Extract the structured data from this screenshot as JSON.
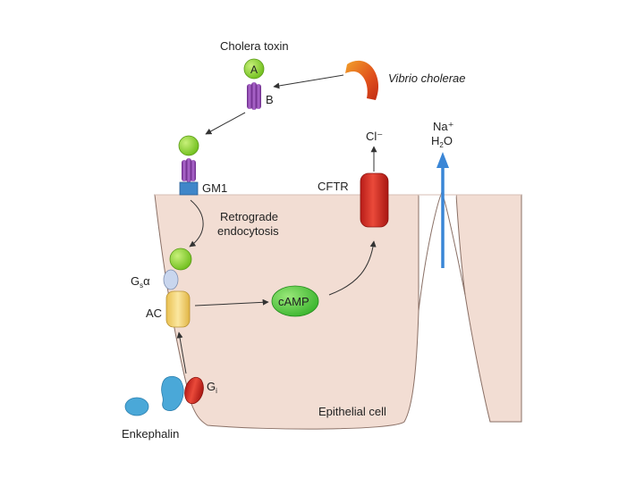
{
  "labels": {
    "cholera_toxin": "Cholera toxin",
    "subunit_a": "A",
    "subunit_b": "B",
    "vibrio": "Vibrio cholerae",
    "gm1": "GM1",
    "retrograde_line1": "Retrograde",
    "retrograde_line2": "endocytosis",
    "gs_main": "G",
    "gs_sub": "s",
    "gs_alpha": "α",
    "ac": "AC",
    "camp": "cAMP",
    "cftr": "CFTR",
    "chloride": "Cl⁻",
    "sodium": "Na⁺",
    "water_h": "H",
    "water_sub": "2",
    "water_o": "O",
    "gi_main": "G",
    "gi_sub": "i",
    "enkephalin": "Enkephalin",
    "epithelial_cell": "Epithelial cell"
  },
  "colors": {
    "cell_fill": "#f2ddd3",
    "cell_stroke": "#8a7066",
    "toxin_a": "#8fd630",
    "toxin_b": "#8a3fa5",
    "gm1": "#3f86c9",
    "camp": "#4cc832",
    "cftr": "#d8322c",
    "ac": "#f0d070",
    "gs": "#c9d6ee",
    "gi": "#d8262b",
    "enkephalin": "#4aa8d8",
    "ion_arrow": "#3a86d6",
    "vibrio": "#e3561e"
  }
}
